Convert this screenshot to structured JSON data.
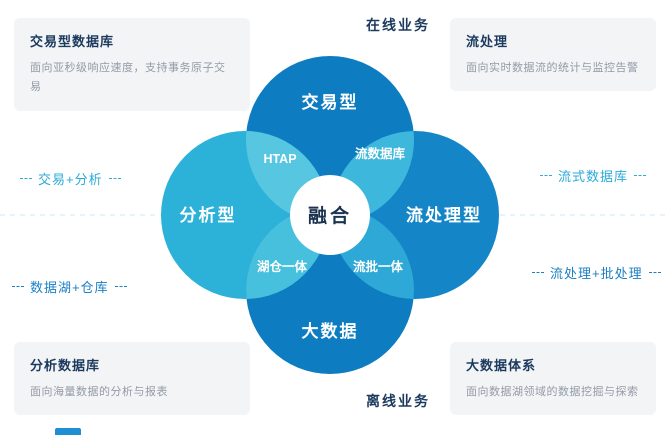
{
  "venn": {
    "center": "融合",
    "petals": {
      "top": "交易型",
      "left": "分析型",
      "right": "流处理型",
      "bottom": "大数据"
    },
    "overlaps": {
      "top_left": "HTAP",
      "top_right": "流数据库",
      "bottom_left": "湖仓一体",
      "bottom_right": "流批一体"
    }
  },
  "axis_labels": {
    "top": "在线业务",
    "bottom": "离线业务"
  },
  "side_labels": {
    "left_top": "交易+分析",
    "left_bottom": "数据湖+仓库",
    "right_top": "流式数据库",
    "right_bottom": "流处理+批处理"
  },
  "cards": {
    "top_left": {
      "title": "交易型数据库",
      "desc": "面向亚秒级响应速度，支持事务原子交易"
    },
    "top_right": {
      "title": "流处理",
      "desc": "面向实时数据流的统计与监控告警"
    },
    "bottom_left": {
      "title": "分析数据库",
      "desc": "面向海量数据的分析与报表"
    },
    "bottom_right": {
      "title": "大数据体系",
      "desc": "面向数据湖领域的数据挖掘与探索"
    }
  },
  "colors": {
    "petal_top": "#0e7cc1",
    "petal_bottom": "#0e7cc1",
    "petal_right": "#1486c7",
    "petal_left": "#2cb2d8",
    "lens_top_left": "#56c6e1",
    "lens_top_right": "#3db8dc",
    "lens_bottom_left": "#47c0de",
    "lens_bottom_right": "#2ea8d6",
    "navy_text": "#1c3a5e",
    "cyan_label": "#2aabd8",
    "blue_label": "#1b80c4",
    "card_bg": "#f2f4f6"
  }
}
